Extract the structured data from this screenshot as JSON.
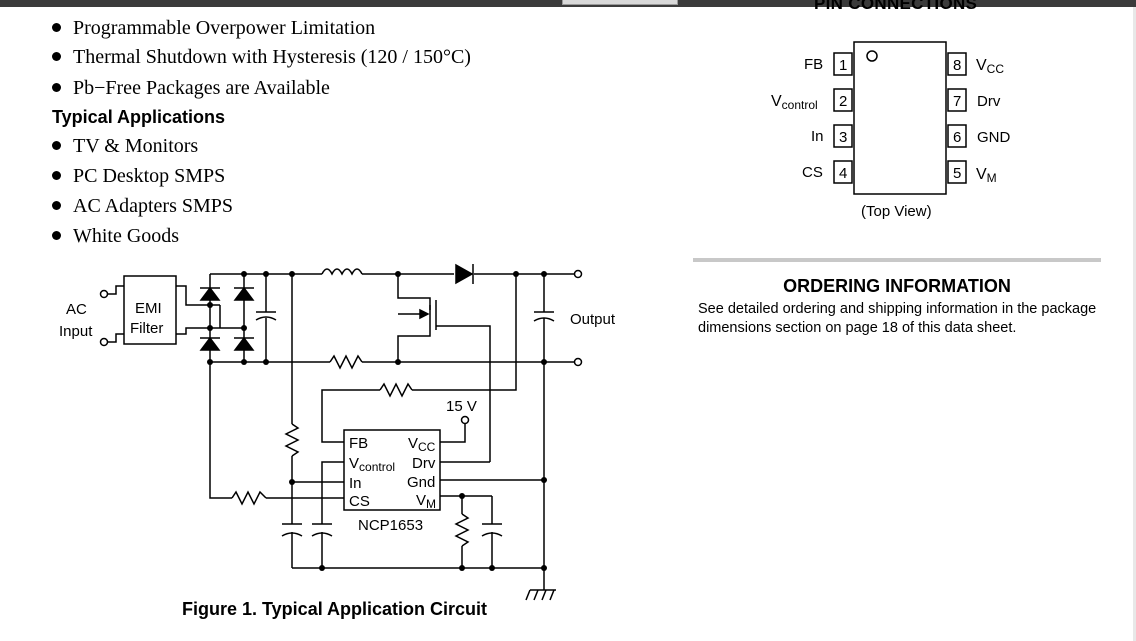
{
  "features": [
    "Programmable Overpower Limitation",
    "Thermal Shutdown with Hysteresis (120 / 150°C)",
    "Pb−Free Packages are Available"
  ],
  "typical_applications": {
    "heading": "Typical Applications",
    "items": [
      "TV & Monitors",
      "PC Desktop SMPS",
      "AC Adapters SMPS",
      "White Goods"
    ]
  },
  "circuit": {
    "ac_label": "AC",
    "input_label": "Input",
    "emi_line1": "EMI",
    "emi_line2": "Filter",
    "output_label": "Output",
    "supply_label": "15 V",
    "ic_name": "NCP1653",
    "ic_pins_left": [
      "FB",
      "In",
      "CS"
    ],
    "ic_pin_vcontrol_main": "V",
    "ic_pin_vcontrol_sub": "control",
    "ic_pin_vcc_main": "V",
    "ic_pin_vcc_sub": "CC",
    "ic_pin_drv": "Drv",
    "ic_pin_gnd": "Gnd",
    "ic_pin_vm_main": "V",
    "ic_pin_vm_sub": "M",
    "caption": "Figure 1. Typical Application Circuit"
  },
  "pin_connections": {
    "title": "PIN CONNECTIONS",
    "left_pins": [
      {
        "num": "1",
        "name": "FB"
      },
      {
        "num": "2",
        "name_main": "V",
        "name_sub": "control"
      },
      {
        "num": "3",
        "name": "In"
      },
      {
        "num": "4",
        "name": "CS"
      }
    ],
    "right_pins": [
      {
        "num": "8",
        "name_main": "V",
        "name_sub": "CC"
      },
      {
        "num": "7",
        "name": "Drv"
      },
      {
        "num": "6",
        "name": "GND"
      },
      {
        "num": "5",
        "name_main": "V",
        "name_sub": "M"
      }
    ],
    "view_label": "(Top View)"
  },
  "ordering": {
    "title": "ORDERING INFORMATION",
    "text": "See detailed ordering and shipping information in the package dimensions section on page 18 of this data sheet."
  }
}
